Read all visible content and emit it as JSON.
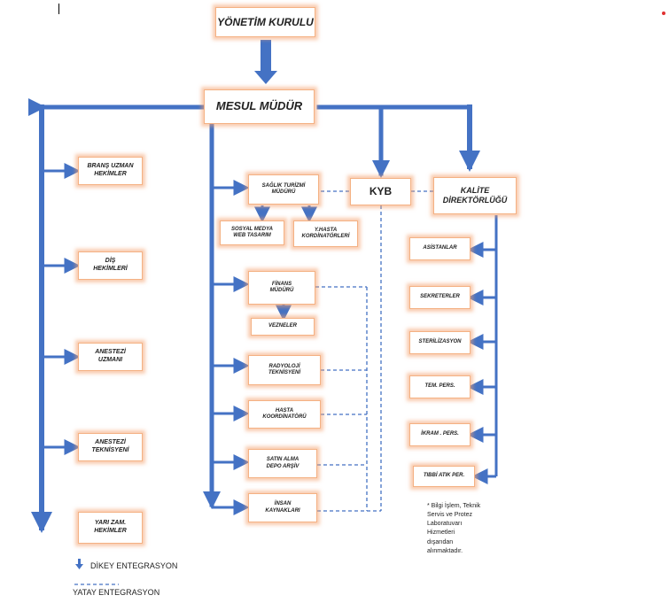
{
  "colors": {
    "arrow": "#4472c4",
    "box_border": "#f4b183",
    "dashed": "#4472c4"
  },
  "boxes": {
    "yonetim": "YÖNETİM KURULU",
    "mesul": "MESUL MÜDÜR",
    "brans": "BRANŞ UZMAN\nHEKİMLER",
    "dis": "DİŞ\nHEKİMLERİ",
    "anestezi_uzmani": "ANESTEZİ\nUZMANI",
    "anestezi_teknisyeni": "ANESTEZİ\nTEKNİSYENİ",
    "yari_zam": "YARI ZAM.\nHEKİMLER",
    "saglik_turizmi": "SAĞLIK TURİZMİ\nMÜDÜRÜ",
    "sosyal_medya": "SOSYAL MEDYA\nWEB TASARIM",
    "y_hasta": "Y.HASTA\nKORDİNATÖRLERİ",
    "finans": "FİNANS\nMÜDÜRÜ",
    "vezneler": "VEZNELER",
    "radyoloji": "RADYOLOJİ\nTEKNİSYENİ",
    "hasta_koord": "HASTA\nKOORDİNATÖRÜ",
    "satin_alma": "SATIN ALMA\nDEPO ARŞİV",
    "insan": "İNSAN\nKAYNAKLARI",
    "kyb": "KYB",
    "kalite": "KALİTE\nDİREKTÖRLÜĞÜ",
    "asistanlar": "ASİSTANLAR",
    "sekreterler": "SEKRETERLER",
    "sterilizasyon": "STERİLİZASYON",
    "tem_pers": "TEM. PERS.",
    "ikram_pers": "İKRAM . PERS.",
    "tibbi_atik": "TIBBİ ATIK PER."
  },
  "note": "* Bilgi İşlem, Teknik\nServis ve Protez\nLaboratuvarı\nHizmetleri\ndışarıdan\nalınmaktadır.",
  "legend": {
    "vertical_label": "DİKEY ENTEGRASYON",
    "horizontal_label": "YATAY ENTEGRASYON"
  }
}
